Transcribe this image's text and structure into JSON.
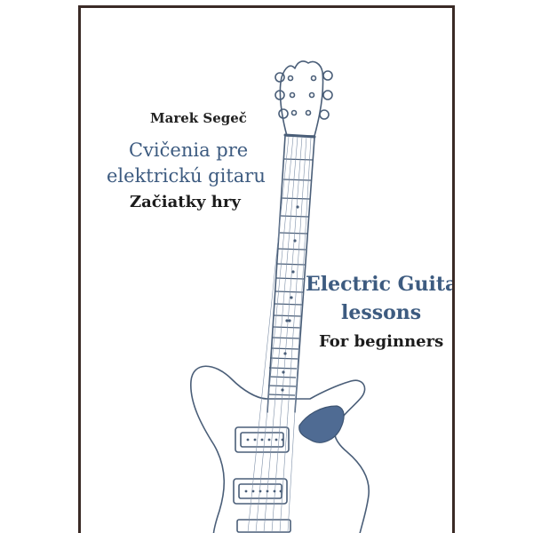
{
  "cover": {
    "author": "Marek Segeč",
    "title_sk_line1": "Cvičenia pre",
    "title_sk_line2": "elektrickú gitaru",
    "subtitle_sk": "Začiatky hry",
    "title_en_line1": "Electric Guitar",
    "title_en_line2": "lessons",
    "subtitle_en": "For beginners"
  },
  "colors": {
    "title": "#3d5b80",
    "text": "#1c1c1c",
    "line_art": "#4a5e78",
    "border": "#3a2a26"
  },
  "illustration": "electric-guitar-line-drawing"
}
